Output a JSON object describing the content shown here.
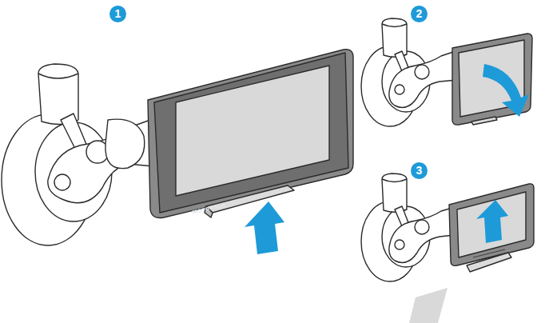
{
  "diagram": {
    "labels": [
      "1",
      "2",
      "3",
      "MOTOROLA"
    ]
  }
}
